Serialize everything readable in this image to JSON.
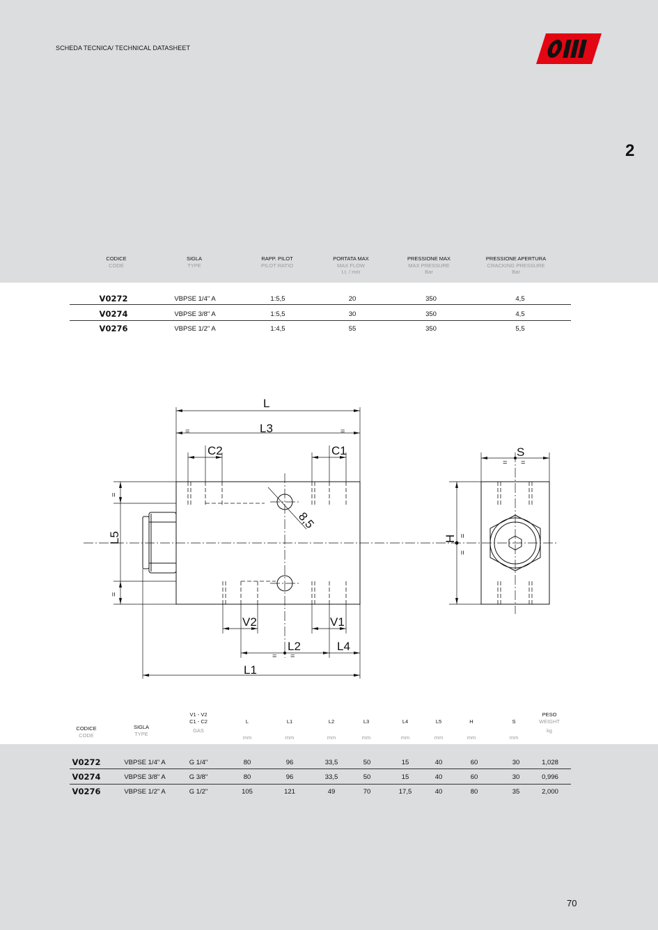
{
  "header": {
    "title": "SCHEDA TECNICA/ TECHNICAL DATASHEET",
    "logo_icon": "omt-logo-icon",
    "chapter": "2",
    "brand_color": "#e30613",
    "band_color": "#dcdddf"
  },
  "table1": {
    "headers": [
      {
        "l1": "CODICE",
        "l2": "CODE",
        "l3": ""
      },
      {
        "l1": "SIGLA",
        "l2": "TYPE",
        "l3": ""
      },
      {
        "l1": "RAPP. PILOT",
        "l2": "PILOT RATIO",
        "l3": ""
      },
      {
        "l1": "PORTATA MAX",
        "l2": "MAX FLOW",
        "l3": "Lt. / min"
      },
      {
        "l1": "PRESSIONE MAX",
        "l2": "MAX PRESSURE",
        "l3": "Bar"
      },
      {
        "l1": "PRESSIONE APERTURA",
        "l2": "CRACKING PRESSURE",
        "l3": "Bar"
      }
    ],
    "rows": [
      [
        "V0272",
        "VBPSE 1/4\" A",
        "1:5,5",
        "20",
        "350",
        "4,5"
      ],
      [
        "V0274",
        "VBPSE 3/8\" A",
        "1:5,5",
        "30",
        "350",
        "4,5"
      ],
      [
        "V0276",
        "VBPSE 1/2\" A",
        "1:4,5",
        "55",
        "350",
        "5,5"
      ]
    ]
  },
  "drawing": {
    "labels": {
      "L": "L",
      "L1": "L1",
      "L2": "L2",
      "L3": "L3",
      "L4": "L4",
      "L5": "L5",
      "C1": "C1",
      "C2": "C2",
      "V1": "V1",
      "V2": "V2",
      "S": "S",
      "H": "H",
      "hole": "8,5",
      "eq": "="
    }
  },
  "table2": {
    "headers": [
      {
        "l1": "CODICE",
        "l2": "CODE"
      },
      {
        "l1": "SIGLA",
        "l2": "TYPE"
      },
      {
        "l1": "V1 - V2",
        "l1b": "C1 - C2",
        "l2": "GAS"
      },
      {
        "l1": "L",
        "l2": "mm"
      },
      {
        "l1": "L1",
        "l2": "mm"
      },
      {
        "l1": "L2",
        "l2": "mm"
      },
      {
        "l1": "L3",
        "l2": "mm"
      },
      {
        "l1": "L4",
        "l2": "mm"
      },
      {
        "l1": "L5",
        "l2": "mm"
      },
      {
        "l1": "H",
        "l2": "mm"
      },
      {
        "l1": "S",
        "l2": "mm"
      },
      {
        "l1": "PESO",
        "l1g": "WEIGHT",
        "l2": "kg"
      }
    ],
    "rows": [
      [
        "V0272",
        "VBPSE 1/4\" A",
        "G 1/4\"",
        "80",
        "96",
        "33,5",
        "50",
        "15",
        "40",
        "60",
        "30",
        "1,028"
      ],
      [
        "V0274",
        "VBPSE 3/8\" A",
        "G 3/8\"",
        "80",
        "96",
        "33,5",
        "50",
        "15",
        "40",
        "60",
        "30",
        "0,996"
      ],
      [
        "V0276",
        "VBPSE 1/2\" A",
        "G 1/2\"",
        "105",
        "121",
        "49",
        "70",
        "17,5",
        "40",
        "80",
        "35",
        "2,000"
      ]
    ]
  },
  "footer": {
    "page": "70"
  }
}
